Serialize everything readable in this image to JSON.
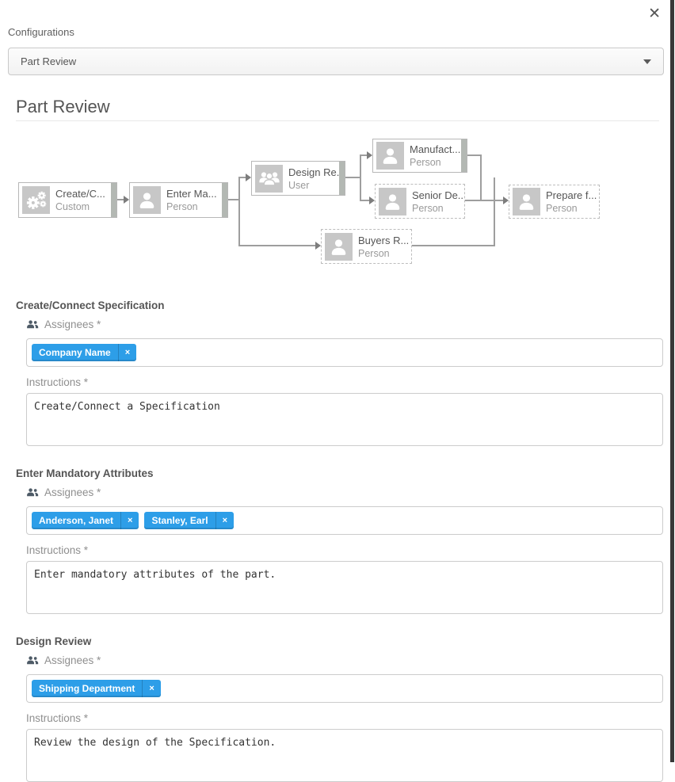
{
  "modal": {
    "close_icon": "✕",
    "configurations_label": "Configurations",
    "config_select": {
      "value": "Part Review"
    },
    "title": "Part Review"
  },
  "workflow": {
    "nodes": [
      {
        "title": "Create/C...",
        "subtitle": "Custom",
        "icon": "gears-icon",
        "border": "solid"
      },
      {
        "title": "Enter Ma...",
        "subtitle": "Person",
        "icon": "person-icon",
        "border": "solid"
      },
      {
        "title": "Design Re...",
        "subtitle": "User",
        "icon": "group-icon",
        "border": "solid"
      },
      {
        "title": "Manufact...",
        "subtitle": "Person",
        "icon": "person-icon",
        "border": "solid"
      },
      {
        "title": "Senior De...",
        "subtitle": "Person",
        "icon": "person-icon",
        "border": "dashed"
      },
      {
        "title": "Buyers R...",
        "subtitle": "Person",
        "icon": "person-icon",
        "border": "dashed"
      },
      {
        "title": "Prepare f...",
        "subtitle": "Person",
        "icon": "person-icon",
        "border": "dashed"
      }
    ]
  },
  "ui": {
    "assignees_label": "Assignees *",
    "instructions_label": "Instructions *",
    "chip_remove_icon": "×"
  },
  "sections": [
    {
      "heading": "Create/Connect Specification",
      "assignees": [
        "Company Name"
      ],
      "instructions": "Create/Connect a Specification"
    },
    {
      "heading": "Enter Mandatory Attributes",
      "assignees": [
        "Anderson, Janet",
        "Stanley, Earl"
      ],
      "instructions": "Enter mandatory attributes of the part."
    },
    {
      "heading": "Design Review",
      "assignees": [
        "Shipping Department"
      ],
      "instructions": "Review the design of the Specification."
    }
  ],
  "colors": {
    "chip_blue": "#2d9ee8",
    "node_icon_gray": "#c7c7c7",
    "connector_gray": "#9e9e9e",
    "scrollbar_dark": "#383838"
  }
}
